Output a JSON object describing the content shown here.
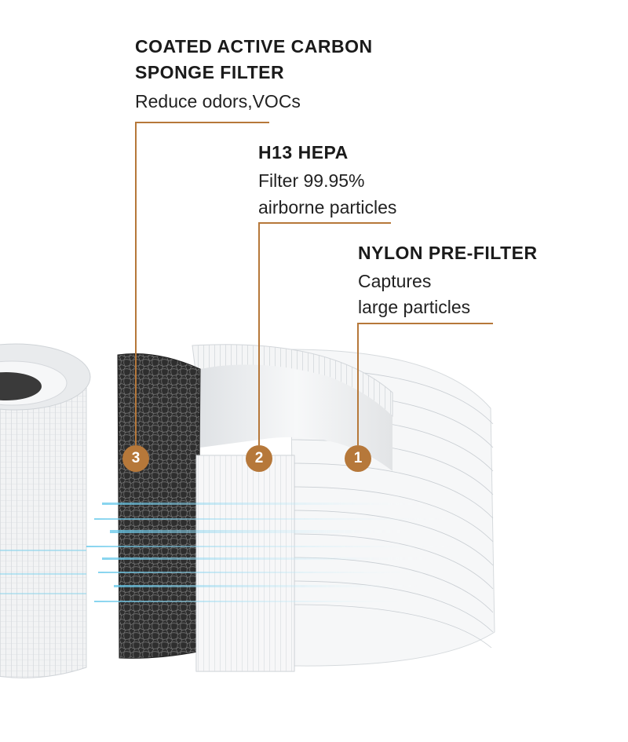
{
  "callouts": [
    {
      "number": "3",
      "title_line1": "COATED ACTIVE CARBON",
      "title_line2": "SPONGE FILTER",
      "desc_line1": "Reduce odors,VOCs",
      "desc_line2": ""
    },
    {
      "number": "2",
      "title_line1": "H13 HEPA",
      "title_line2": "",
      "desc_line1": "Filter 99.95%",
      "desc_line2": "airborne particles"
    },
    {
      "number": "1",
      "title_line1": "NYLON PRE-FILTER",
      "title_line2": "",
      "desc_line1": "Captures",
      "desc_line2": "large particles"
    }
  ],
  "colors": {
    "accent": "#b6783a",
    "carbon": "#2b2b2b",
    "airflow": "#7fd3ee"
  }
}
